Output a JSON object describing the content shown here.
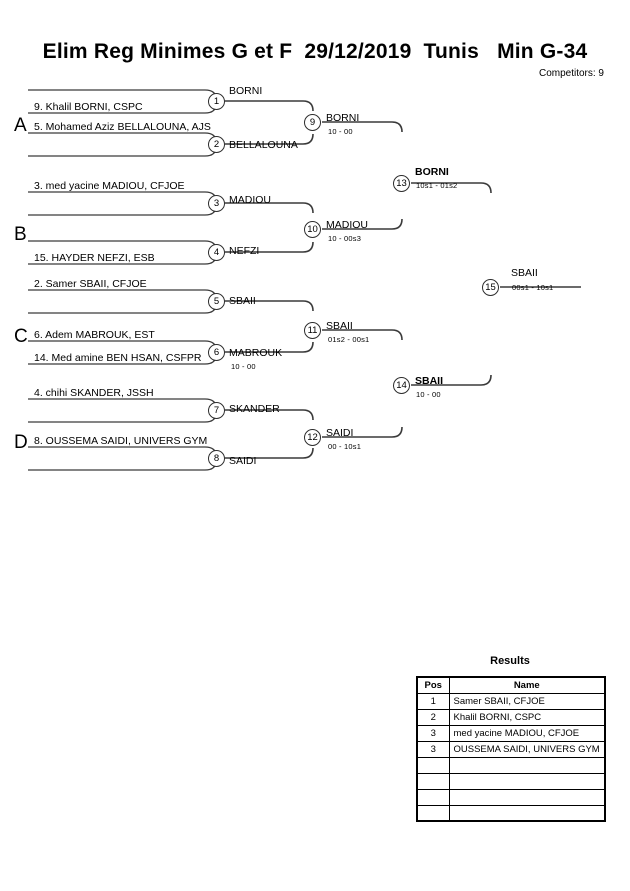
{
  "header": {
    "title": "Elim Reg Minimes G et F  29/12/2019  Tunis   Min G-34",
    "competitors_label": "Competitors: 9"
  },
  "groups": [
    {
      "letter": "A"
    },
    {
      "letter": "B"
    },
    {
      "letter": "C"
    },
    {
      "letter": "D"
    }
  ],
  "seeds": [
    {
      "label": "9. Khalil BORNI, CSPC"
    },
    {
      "label": "5. Mohamed Aziz BELLALOUNA, AJS"
    },
    {
      "label": "3. med yacine MADIOU, CFJOE"
    },
    {
      "label": "15. HAYDER NEFZI, ESB"
    },
    {
      "label": "2. Samer SBAII, CFJOE"
    },
    {
      "label": "6. Adem MABROUK, EST"
    },
    {
      "label": "14. Med amine BEN HSAN, CSFPR"
    },
    {
      "label": "4. chihi SKANDER, JSSH"
    },
    {
      "label": "8. OUSSEMA SAIDI, UNIVERS GYM"
    }
  ],
  "matches": [
    {
      "number": "1",
      "winner": "BORNI",
      "score": "",
      "bold": false
    },
    {
      "number": "2",
      "winner": "BELLALOUNA",
      "score": "",
      "bold": false
    },
    {
      "number": "3",
      "winner": "MADIOU",
      "score": "",
      "bold": false
    },
    {
      "number": "4",
      "winner": "NEFZI",
      "score": "",
      "bold": false
    },
    {
      "number": "5",
      "winner": "SBAII",
      "score": "",
      "bold": false
    },
    {
      "number": "6",
      "winner": "MABROUK",
      "score": "10 - 00",
      "bold": false
    },
    {
      "number": "7",
      "winner": "SKANDER",
      "score": "",
      "bold": false
    },
    {
      "number": "8",
      "winner": "SAIDI",
      "score": "",
      "bold": false
    },
    {
      "number": "9",
      "winner": "BORNI",
      "score": "10 - 00",
      "bold": false
    },
    {
      "number": "10",
      "winner": "MADIOU",
      "score": "10 - 00s3",
      "bold": false
    },
    {
      "number": "11",
      "winner": "SBAII",
      "score": "01s2 - 00s1",
      "bold": false
    },
    {
      "number": "12",
      "winner": "SAIDI",
      "score": "00 - 10s1",
      "bold": false
    },
    {
      "number": "13",
      "winner": "BORNI",
      "score": "10s1 - 01s2",
      "bold": true
    },
    {
      "number": "14",
      "winner": "SBAII",
      "score": "10 - 00",
      "bold": true
    },
    {
      "number": "15",
      "winner": "SBAII",
      "score": "00s1 - 10s1",
      "bold": false
    }
  ],
  "results": {
    "title": "Results",
    "columns": [
      "Pos",
      "Name"
    ],
    "rows": [
      {
        "pos": "1",
        "name": "Samer SBAII, CFJOE"
      },
      {
        "pos": "2",
        "name": "Khalil BORNI, CSPC"
      },
      {
        "pos": "3",
        "name": "med yacine MADIOU, CFJOE"
      },
      {
        "pos": "3",
        "name": "OUSSEMA SAIDI, UNIVERS GYM"
      },
      {
        "pos": "",
        "name": ""
      },
      {
        "pos": "",
        "name": ""
      },
      {
        "pos": "",
        "name": ""
      },
      {
        "pos": "",
        "name": ""
      }
    ]
  }
}
